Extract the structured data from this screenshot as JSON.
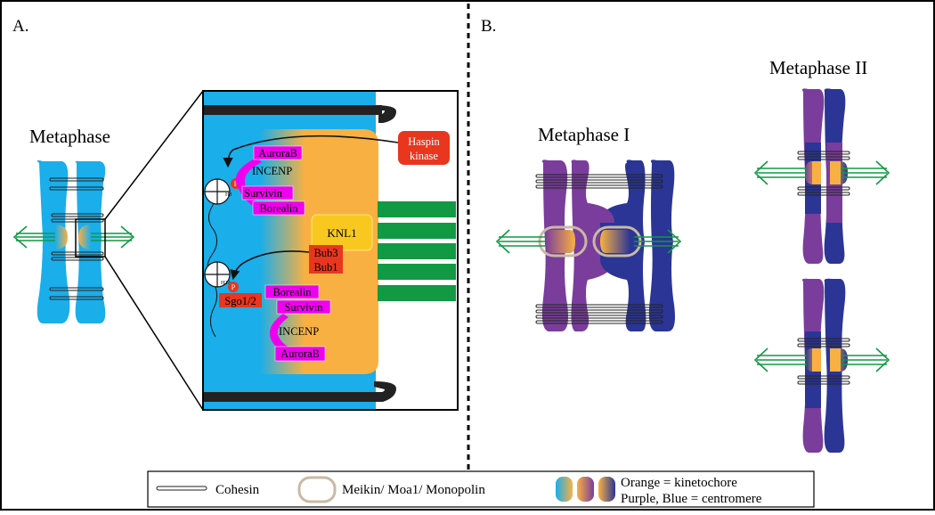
{
  "panel_a": {
    "label": "A.",
    "metaphase_title": "Metaphase",
    "haspin_line1": "Haspin",
    "haspin_line2": "kinase",
    "knl1": "KNL1",
    "bub3": "Bub3",
    "bub1": "Bub1",
    "h3": "H3",
    "h2a": "H2A",
    "p": "P",
    "cpc_upper": [
      "AuroraB",
      "INCENP",
      "Survivin",
      "Borealin"
    ],
    "cpc_lower": [
      "Borealin",
      "Survivin",
      "INCENP",
      "AuroraB"
    ],
    "sgo": "Sgo1/2"
  },
  "panel_b": {
    "label": "B.",
    "metaphase_i": "Metaphase I",
    "metaphase_ii": "Metaphase II"
  },
  "legend": {
    "cohesin": "Cohesin",
    "meikin": "Meikin/ Moa1/ Monopolin",
    "orange_line": "Orange = kinetochore",
    "purple_line": "Purple, Blue = centromere"
  },
  "colors": {
    "chromatin_blue": "#1AAEEA",
    "kinetochore_orange": "#F9B042",
    "magenta": "#EE00EE",
    "red": "#E8361F",
    "microtubule_green": "#119944",
    "purple": "#7A3D9C",
    "navy": "#2B3596",
    "meikin_tan": "#C9B9A5"
  }
}
